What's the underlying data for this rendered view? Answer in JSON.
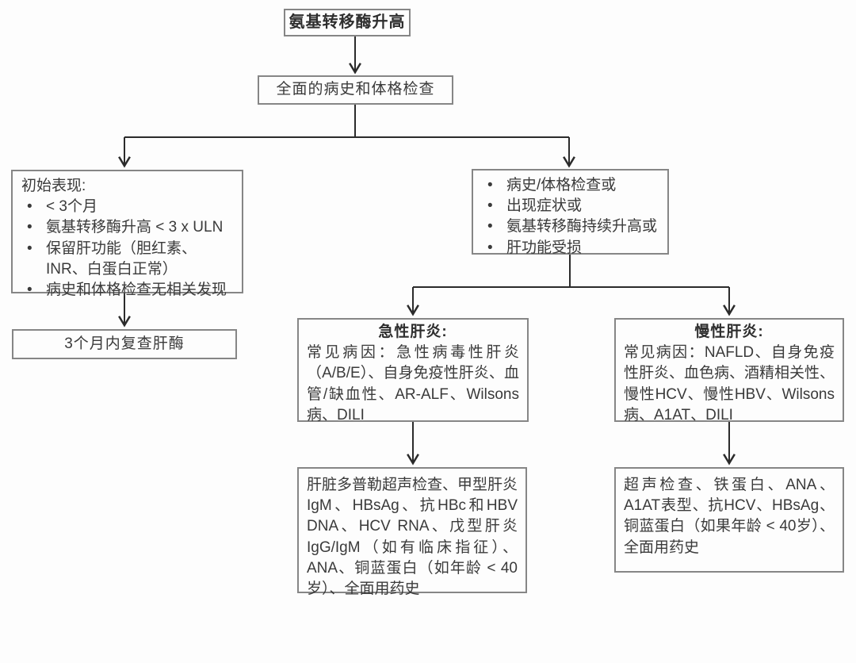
{
  "flowchart": {
    "title_box": {
      "label": "氨基转移酶升高"
    },
    "exam_box": {
      "label": "全面的病史和体格检查"
    },
    "initial_box": {
      "heading": "初始表现:",
      "bullets": [
        "< 3个月",
        "氨基转移酶升高 < 3 x ULN",
        "保留肝功能（胆红素、INR、白蛋白正常）",
        "病史和体格检查无相关发现"
      ]
    },
    "recheck_box": {
      "label": "3个月内复查肝酶"
    },
    "concern_box": {
      "bullets": [
        "病史/体格检查或",
        "出现症状或",
        "氨基转移酶持续升高或",
        "肝功能受损"
      ]
    },
    "acute_box": {
      "heading": "急性肝炎:",
      "body": "常见病因：急性病毒性肝炎（A/B/E）、自身免疫性肝炎、血管/缺血性、AR-ALF、Wilsons病、DILI"
    },
    "chronic_box": {
      "heading": "慢性肝炎:",
      "body": "常见病因：NAFLD、自身免疫性肝炎、血色病、酒精相关性、慢性HCV、慢性HBV、Wilsons病、A1AT、DILI"
    },
    "acute_workup_box": {
      "body": "肝脏多普勒超声检查、甲型肝炎IgM、HBsAg、抗HBc和HBV DNA、HCV RNA、戊型肝炎IgG/IgM（如有临床指征）、ANA、铜蓝蛋白（如年龄 < 40岁）、全面用药史"
    },
    "chronic_workup_box": {
      "body": "超声检查、铁蛋白、ANA、A1AT表型、抗HCV、HBsAg、铜蓝蛋白（如果年龄 < 40岁）、全面用药史"
    },
    "colors": {
      "background": "#fdfdfd",
      "box_border": "#868686",
      "connector_line": "#2b2b2b",
      "text": "#3a3a3a"
    }
  }
}
